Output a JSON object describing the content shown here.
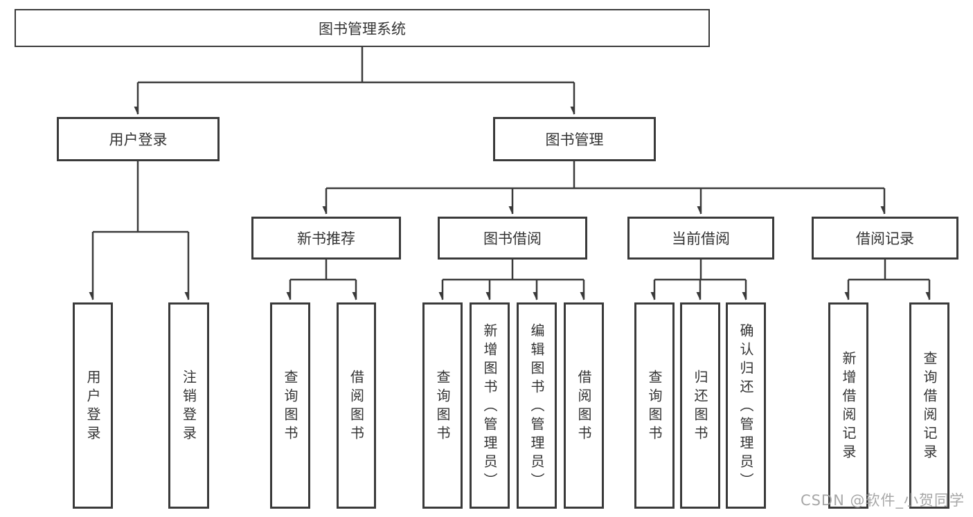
{
  "diagram": {
    "title": "图书管理系统",
    "branches": {
      "user_login": {
        "label": "用户登录",
        "children": [
          "用户登录",
          "注销登录"
        ]
      },
      "book_mgmt": {
        "label": "图书管理",
        "sections": [
          {
            "label": "新书推荐",
            "children": [
              "查询图书",
              "借阅图书"
            ]
          },
          {
            "label": "图书借阅",
            "children": [
              "查询图书",
              "新增图书（管理员）",
              "编辑图书（管理员）",
              "借阅图书"
            ]
          },
          {
            "label": "当前借阅",
            "children": [
              "查询图书",
              "归还图书",
              "确认归还（管理员）"
            ]
          },
          {
            "label": "借阅记录",
            "children": [
              "新增借阅记录",
              "查询借阅记录"
            ]
          }
        ]
      }
    }
  },
  "watermark": "CSDN @软件_小贺同学",
  "colors": {
    "line": "#3a3a3a",
    "box_border": "#3a3a3a",
    "text": "#333333",
    "watermark": "#9e9e9e",
    "background": "#ffffff"
  }
}
